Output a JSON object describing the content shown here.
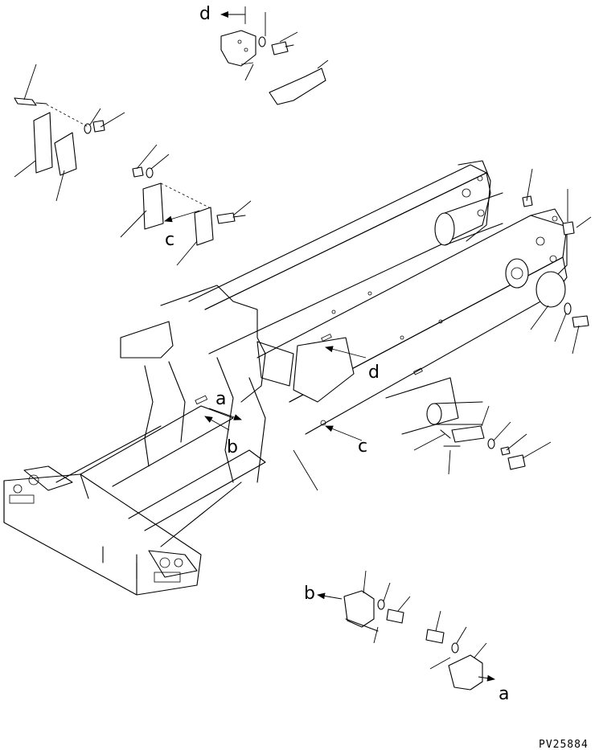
{
  "drawing_code": "PV25884",
  "view_labels": {
    "a": "a",
    "b": "b",
    "c": "c",
    "d": "d"
  }
}
